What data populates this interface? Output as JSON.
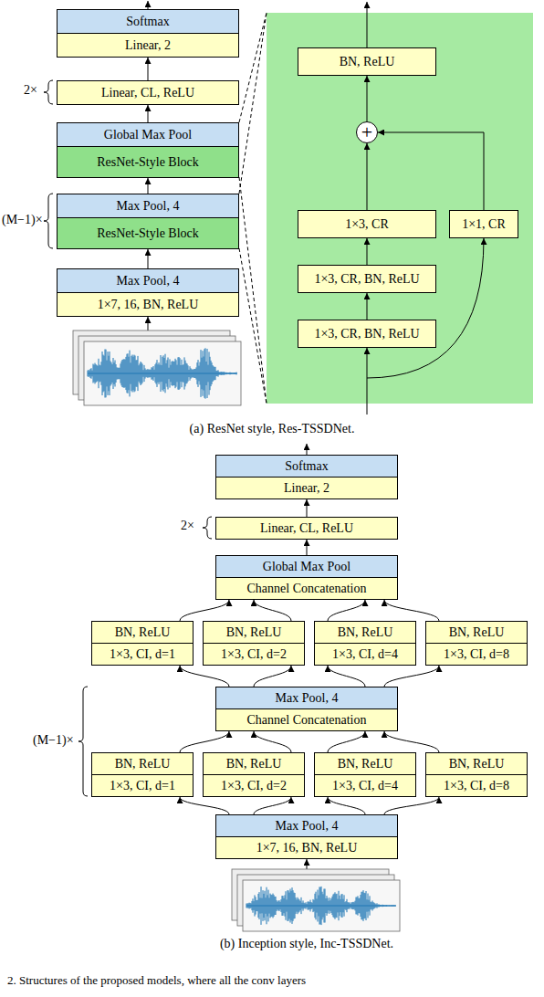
{
  "diagram": {
    "caption": "2.   Structures of the proposed models, where all the conv layers",
    "nodes": [
      {
        "text": [
          "Softmax"
        ]
      },
      {
        "text": [
          "Linear, 2"
        ]
      },
      {
        "text": [
          "Linear, CL, ReLU"
        ]
      },
      {
        "text": [
          "Global Max Pool"
        ]
      },
      {
        "text": [
          "ResNet-Style Block"
        ]
      },
      {
        "text": [
          "Max Pool, 4"
        ]
      },
      {
        "text": [
          "ResNet-Style Block"
        ]
      },
      {
        "text": [
          "Max Pool, 4"
        ]
      },
      {
        "text": [
          "1×7, 16, BN, ReLU"
        ]
      },
      {
        "text": [
          "BN, ReLU"
        ]
      },
      {
        "text": [
          "+"
        ]
      },
      {
        "text": [
          "1×3, CR"
        ]
      },
      {
        "text": [
          "1×1, CR"
        ]
      },
      {
        "text": [
          "1×3, CR, BN, ReLU"
        ]
      },
      {
        "text": [
          "1×3, CR, BN, ReLU"
        ]
      },
      {
        "text": [
          "Softmax"
        ]
      },
      {
        "text": [
          "Linear, 2"
        ]
      },
      {
        "text": [
          "Linear, CL, ReLU"
        ]
      },
      {
        "text": [
          "Global Max Pool"
        ]
      },
      {
        "text": [
          "Channel Concatenation"
        ]
      },
      {
        "text": [
          "BN, ReLU"
        ]
      },
      {
        "text": [
          "BN, ReLU"
        ]
      },
      {
        "text": [
          "BN, ReLU"
        ]
      },
      {
        "text": [
          "BN, ReLU"
        ]
      },
      {
        "text": [
          "1×3, CI, d=1"
        ]
      },
      {
        "text": [
          "1×3, CI, d=2"
        ]
      },
      {
        "text": [
          "1×3, CI, d=4"
        ]
      },
      {
        "text": [
          "1×3, CI, d=8"
        ]
      },
      {
        "text": [
          "Max Pool, 4"
        ]
      },
      {
        "text": [
          "Channel Concatenation"
        ]
      },
      {
        "text": [
          "BN, ReLU"
        ]
      },
      {
        "text": [
          "BN, ReLU"
        ]
      },
      {
        "text": [
          "BN, ReLU"
        ]
      },
      {
        "text": [
          "BN, ReLU"
        ]
      },
      {
        "text": [
          "1×3, CI, d=1"
        ]
      },
      {
        "text": [
          "1×3, CI, d=2"
        ]
      },
      {
        "text": [
          "1×3, CI, d=4"
        ]
      },
      {
        "text": [
          "1×3, CI, d=8"
        ]
      },
      {
        "text": [
          "Max Pool, 4"
        ]
      },
      {
        "text": [
          "1×7, 16, BN, ReLU"
        ]
      }
    ],
    "edges": [
      {
        "from": 2,
        "to": 1,
        "arrow": "to"
      },
      {
        "from": 3,
        "to": 2,
        "arrow": "to"
      },
      {
        "from": 5,
        "to": 4,
        "arrow": "to"
      },
      {
        "from": 7,
        "to": 6,
        "arrow": "to"
      },
      {
        "from": 14,
        "to": 13,
        "arrow": "to"
      },
      {
        "from": 13,
        "to": 11,
        "arrow": "to"
      },
      {
        "from": 11,
        "to": 10,
        "arrow": "to"
      },
      {
        "from": 12,
        "to": 10,
        "arrow": "to"
      },
      {
        "from": 10,
        "to": 9,
        "arrow": "to"
      },
      {
        "from": 17,
        "to": 16,
        "arrow": "to"
      },
      {
        "from": 18,
        "to": 17,
        "arrow": "to"
      },
      {
        "from": 20,
        "to": 19,
        "arrow": "to"
      },
      {
        "from": 21,
        "to": 19,
        "arrow": "to"
      },
      {
        "from": 22,
        "to": 19,
        "arrow": "to"
      },
      {
        "from": 23,
        "to": 19,
        "arrow": "to"
      },
      {
        "from": 28,
        "to": 24,
        "arrow": "to"
      },
      {
        "from": 28,
        "to": 25,
        "arrow": "to"
      },
      {
        "from": 28,
        "to": 26,
        "arrow": "to"
      },
      {
        "from": 28,
        "to": 27,
        "arrow": "to"
      },
      {
        "from": 30,
        "to": 29,
        "arrow": "to"
      },
      {
        "from": 31,
        "to": 29,
        "arrow": "to"
      },
      {
        "from": 32,
        "to": 29,
        "arrow": "to"
      },
      {
        "from": 33,
        "to": 29,
        "arrow": "to"
      },
      {
        "from": 38,
        "to": 34,
        "arrow": "to"
      },
      {
        "from": 38,
        "to": 35,
        "arrow": "to"
      },
      {
        "from": 38,
        "to": 36,
        "arrow": "to"
      },
      {
        "from": 38,
        "to": 37,
        "arrow": "to"
      }
    ],
    "labels": [
      "2×",
      "(M−1)×",
      "(a) ResNet style, Res-TSSDNet.",
      "2×",
      "(M−1)×",
      "(b) Inception style, Inc-TSSDNet."
    ]
  }
}
